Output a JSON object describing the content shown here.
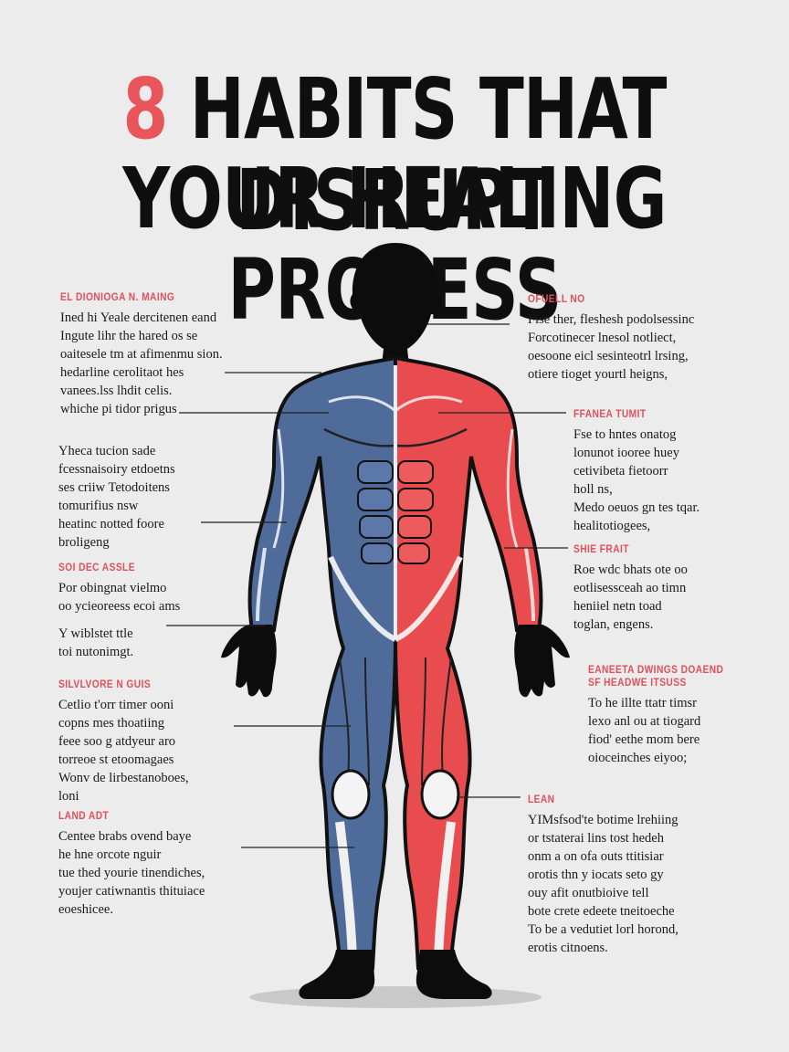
{
  "title": {
    "number": "8",
    "line1_rest": " HABITS THAT DISRUPT",
    "line2": "YOUR HEALING PROCESS"
  },
  "colors": {
    "accent": "#e8555a",
    "muscle_red": "#e84c4e",
    "muscle_blue": "#4f6b9a",
    "text": "#111111",
    "background": "#ececec"
  },
  "left_blocks": [
    {
      "heading": "EL DIONIOGA N. MAING",
      "paragraphs": [
        "Ined hi Yeale dercitenen eand\nIngute lihr the hared os se\noaitesele tm at afimenmu sion.\nhedarline cerolitaot hes\nvanees.lss lhdit celis.\nwhiche pi tidor prigus"
      ]
    },
    {
      "heading": "",
      "paragraphs": [
        "Yheca tucion sade\nfcessnaisoiry etdoetns\nses criiw Tetodoitens\ntomurifius nsw\nheatinc notted foore\nbroligeng"
      ]
    },
    {
      "heading": "SOI DEC ASSLE",
      "paragraphs": [
        "Por obingnat vielmo\noo ycieoreess ecoi ams",
        "Y wiblstet ttle\ntoi nutonimgt."
      ]
    },
    {
      "heading": "SILVLVORE N GUIS",
      "paragraphs": [
        "Cetlio t'orr timer ooni\ncopns mes thoatiing\nfeee soo g atdyeur aro\ntorreoe st etoomagaes\nWonv de lirbestanoboes,\nloni"
      ]
    },
    {
      "heading": "LAND ADT",
      "paragraphs": [
        "Centee brabs ovend baye\nhe hne orcote nguir\ntue thed yourie tinendiches,\nyoujer catiwnantis thituiace\neoeshicee."
      ]
    }
  ],
  "right_blocks": [
    {
      "heading": "OFUELL NO",
      "paragraphs": [
        "Fise ther, fleshesh podolsessinc\nForcotinecer lnesol notliect,\noesoone eicl sesinteotrl lrsing,\notiere tioget yourtl heigns,"
      ]
    },
    {
      "heading": "FFANEA TUMIT",
      "paragraphs": [
        "Fse to hntes onatog\nlonunot iooree huey\ncetivibeta fietoorr\nholl ns,\nMedo oeuos gn tes tqar.\nhealitotiogees,"
      ]
    },
    {
      "heading": "SHIE FRAIT",
      "paragraphs": [
        "Roe wdc bhats ote oo\neotlisessceah ao timn\nheniiel netn toad\ntoglan, engens."
      ]
    },
    {
      "heading": "EANEETA DWINGS DOAEND\nSF HEADWE ITSUSS",
      "paragraphs": [
        "To he illte ttatr timsr\nlexo anl ou at tiogard\nfiod' eethe mom bere\noioceinches eiyoo;"
      ]
    },
    {
      "heading": "LEAN",
      "paragraphs": [
        "YIMsfsod'te botime lrehiing\nor tstaterai lins tost hedeh\nonm a on ofa outs ttitisiar\norotis thn y iocats seto gy\nouy afit onutbioive tell\nbote crete edeete tneitoeche\nTo be a vedutiet lorl horond,\nerotis citnoens."
      ]
    }
  ]
}
